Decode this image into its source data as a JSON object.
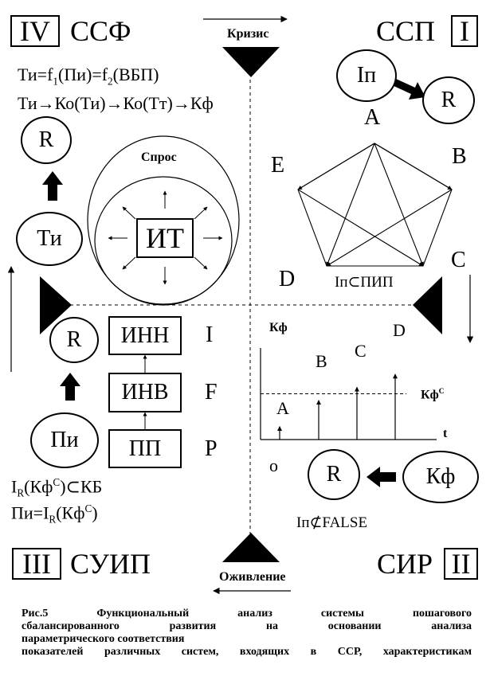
{
  "quadrants": {
    "q4": {
      "roman": "IV",
      "name": "ССФ"
    },
    "q1": {
      "roman": "I",
      "name": "ССП"
    },
    "q3": {
      "roman": "III",
      "name": "СУИП"
    },
    "q2": {
      "roman": "II",
      "name": "СИР"
    }
  },
  "axis": {
    "top_label": "Кризис",
    "bottom_label": "Оживление"
  },
  "q4": {
    "formula1": "Ти=f1(Пи)=f2(ВБП)",
    "formula2": "Ти→Ко(Ти)→Ко(Тт)→Кф",
    "r_label": "R",
    "ti_label": "Ти",
    "demand_label": "Спрос",
    "it_label": "ИТ"
  },
  "q1": {
    "ip_label": "Iп",
    "r_label": "R",
    "vertices": {
      "A": "A",
      "B": "B",
      "C": "C",
      "D": "D",
      "E": "E"
    },
    "subset_label": "Iп⊂ПИП"
  },
  "q3": {
    "r_label": "R",
    "pi_label": "Пи",
    "box_inn": "ИНН",
    "box_inv": "ИНВ",
    "box_pp": "ПП",
    "level_i": "I",
    "level_f": "F",
    "level_p": "P",
    "formula1": "IR(КфC)⊂КБ",
    "formula2": "Пи=IR(КфC)"
  },
  "q2": {
    "y_label": "Кф",
    "x_label": "t",
    "kfc_label": "КфC",
    "origin_label": "o",
    "r_label": "R",
    "kf_label": "Кф",
    "false_label": "Iп⊄FALSE"
  },
  "chart_data": {
    "type": "bar",
    "categories": [
      "A",
      "B",
      "C",
      "D"
    ],
    "values": [
      1,
      3,
      4,
      5
    ],
    "threshold_label": "КфC",
    "threshold": 3.5,
    "xlabel": "t",
    "ylabel": "Кф",
    "ylim": [
      0,
      7
    ]
  },
  "caption": {
    "line1": "Рис.5 Функциональный анализ системы пошагового",
    "line2": "сбалансированного развития на основании анализа",
    "line3": "параметрического соответствия",
    "line4": "показателей различных систем, входящих в ССР, характеристикам"
  }
}
